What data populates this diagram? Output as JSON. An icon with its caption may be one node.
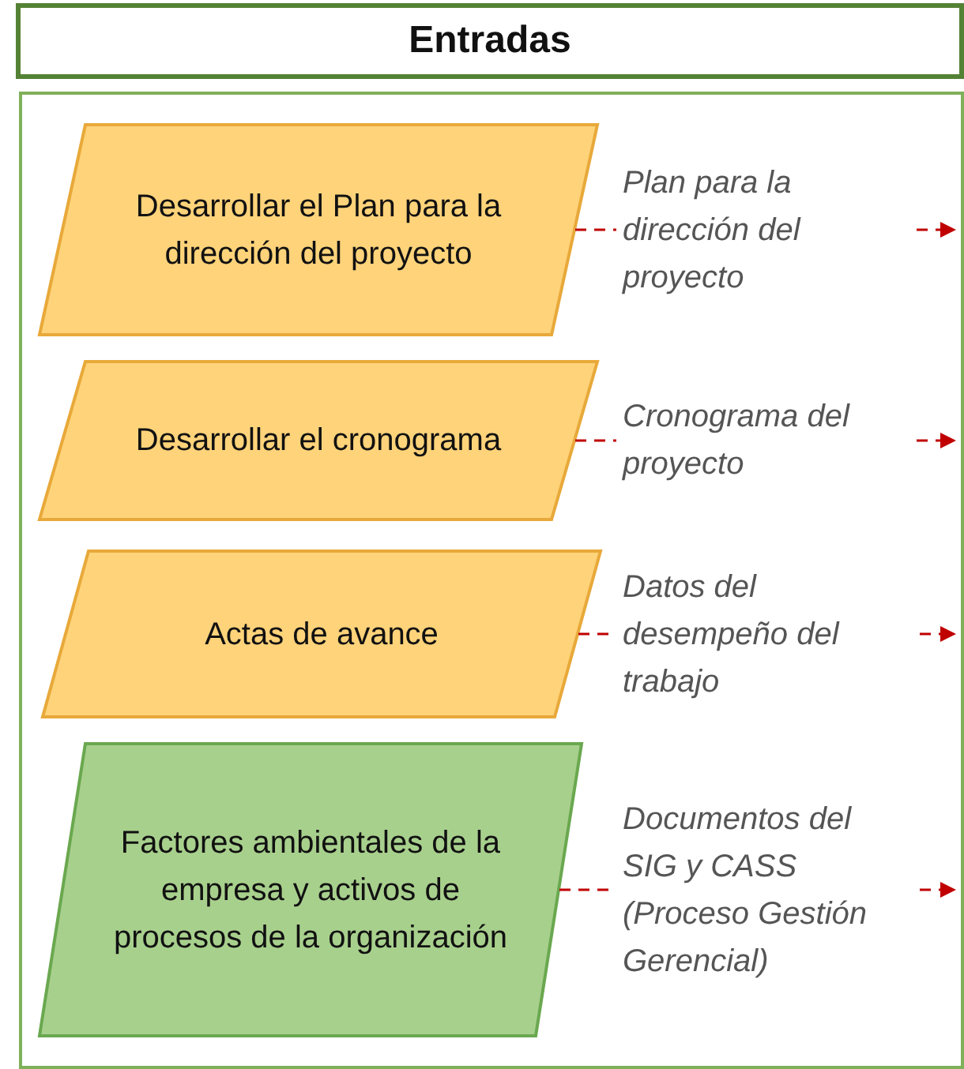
{
  "diagram": {
    "nodes": [
      {
        "text": [
          "Entradas"
        ]
      },
      {
        "text": [],
        "shape": "box"
      },
      {
        "text": [
          "Desarrollar el Plan para la dirección del proyecto"
        ],
        "in": 1
      },
      {
        "text": [
          "Desarrollar el cronograma"
        ],
        "in": 1
      },
      {
        "text": [
          "Actas de avance"
        ],
        "in": 1
      },
      {
        "text": [
          "Factores ambientales de la empresa y activos de procesos de la organización"
        ],
        "in": 1
      }
    ],
    "edges": [
      {
        "from": 2,
        "to": null,
        "arrow": "to",
        "label": "Plan para la dirección del proyecto",
        "style": "dashed"
      },
      {
        "from": 3,
        "to": null,
        "arrow": "to",
        "label": "Cronograma del proyecto",
        "style": "dashed"
      },
      {
        "from": 4,
        "to": null,
        "arrow": "to",
        "label": "Datos del desempeño del trabajo",
        "style": "dashed"
      },
      {
        "from": 5,
        "to": null,
        "arrow": "to",
        "label": "Documentos del SIG y CASS (Proceso Gestión Gerencial)",
        "style": "dashed"
      }
    ]
  }
}
